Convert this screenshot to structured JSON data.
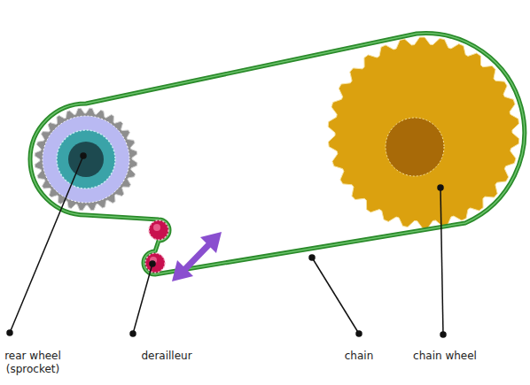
{
  "diagram": {
    "labels": [
      "rear wheel (sprocket)",
      "derailleur",
      "chain",
      "chain wheel"
    ]
  }
}
